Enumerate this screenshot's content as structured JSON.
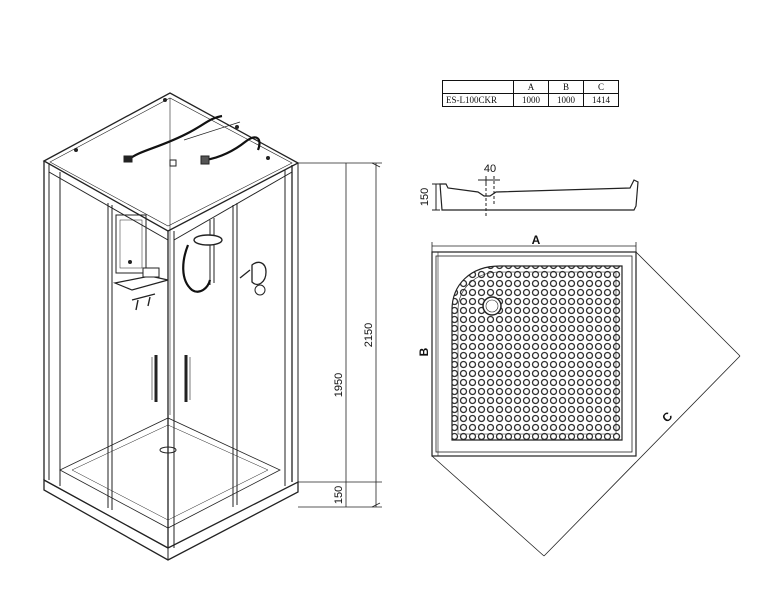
{
  "spec_table": {
    "headers": [
      "",
      "A",
      "B",
      "C"
    ],
    "rows": [
      {
        "model": "ES-L100CKR",
        "a": "1000",
        "b": "1000",
        "c": "1414"
      }
    ]
  },
  "cabin_dimensions": {
    "total_height": "2150",
    "glass_height": "1950",
    "base_height": "150"
  },
  "tray_profile": {
    "height": "150",
    "drain_offset": "40"
  },
  "tray_plan": {
    "side_a_label": "A",
    "side_b_label": "B",
    "diagonal_c_label": "C"
  }
}
